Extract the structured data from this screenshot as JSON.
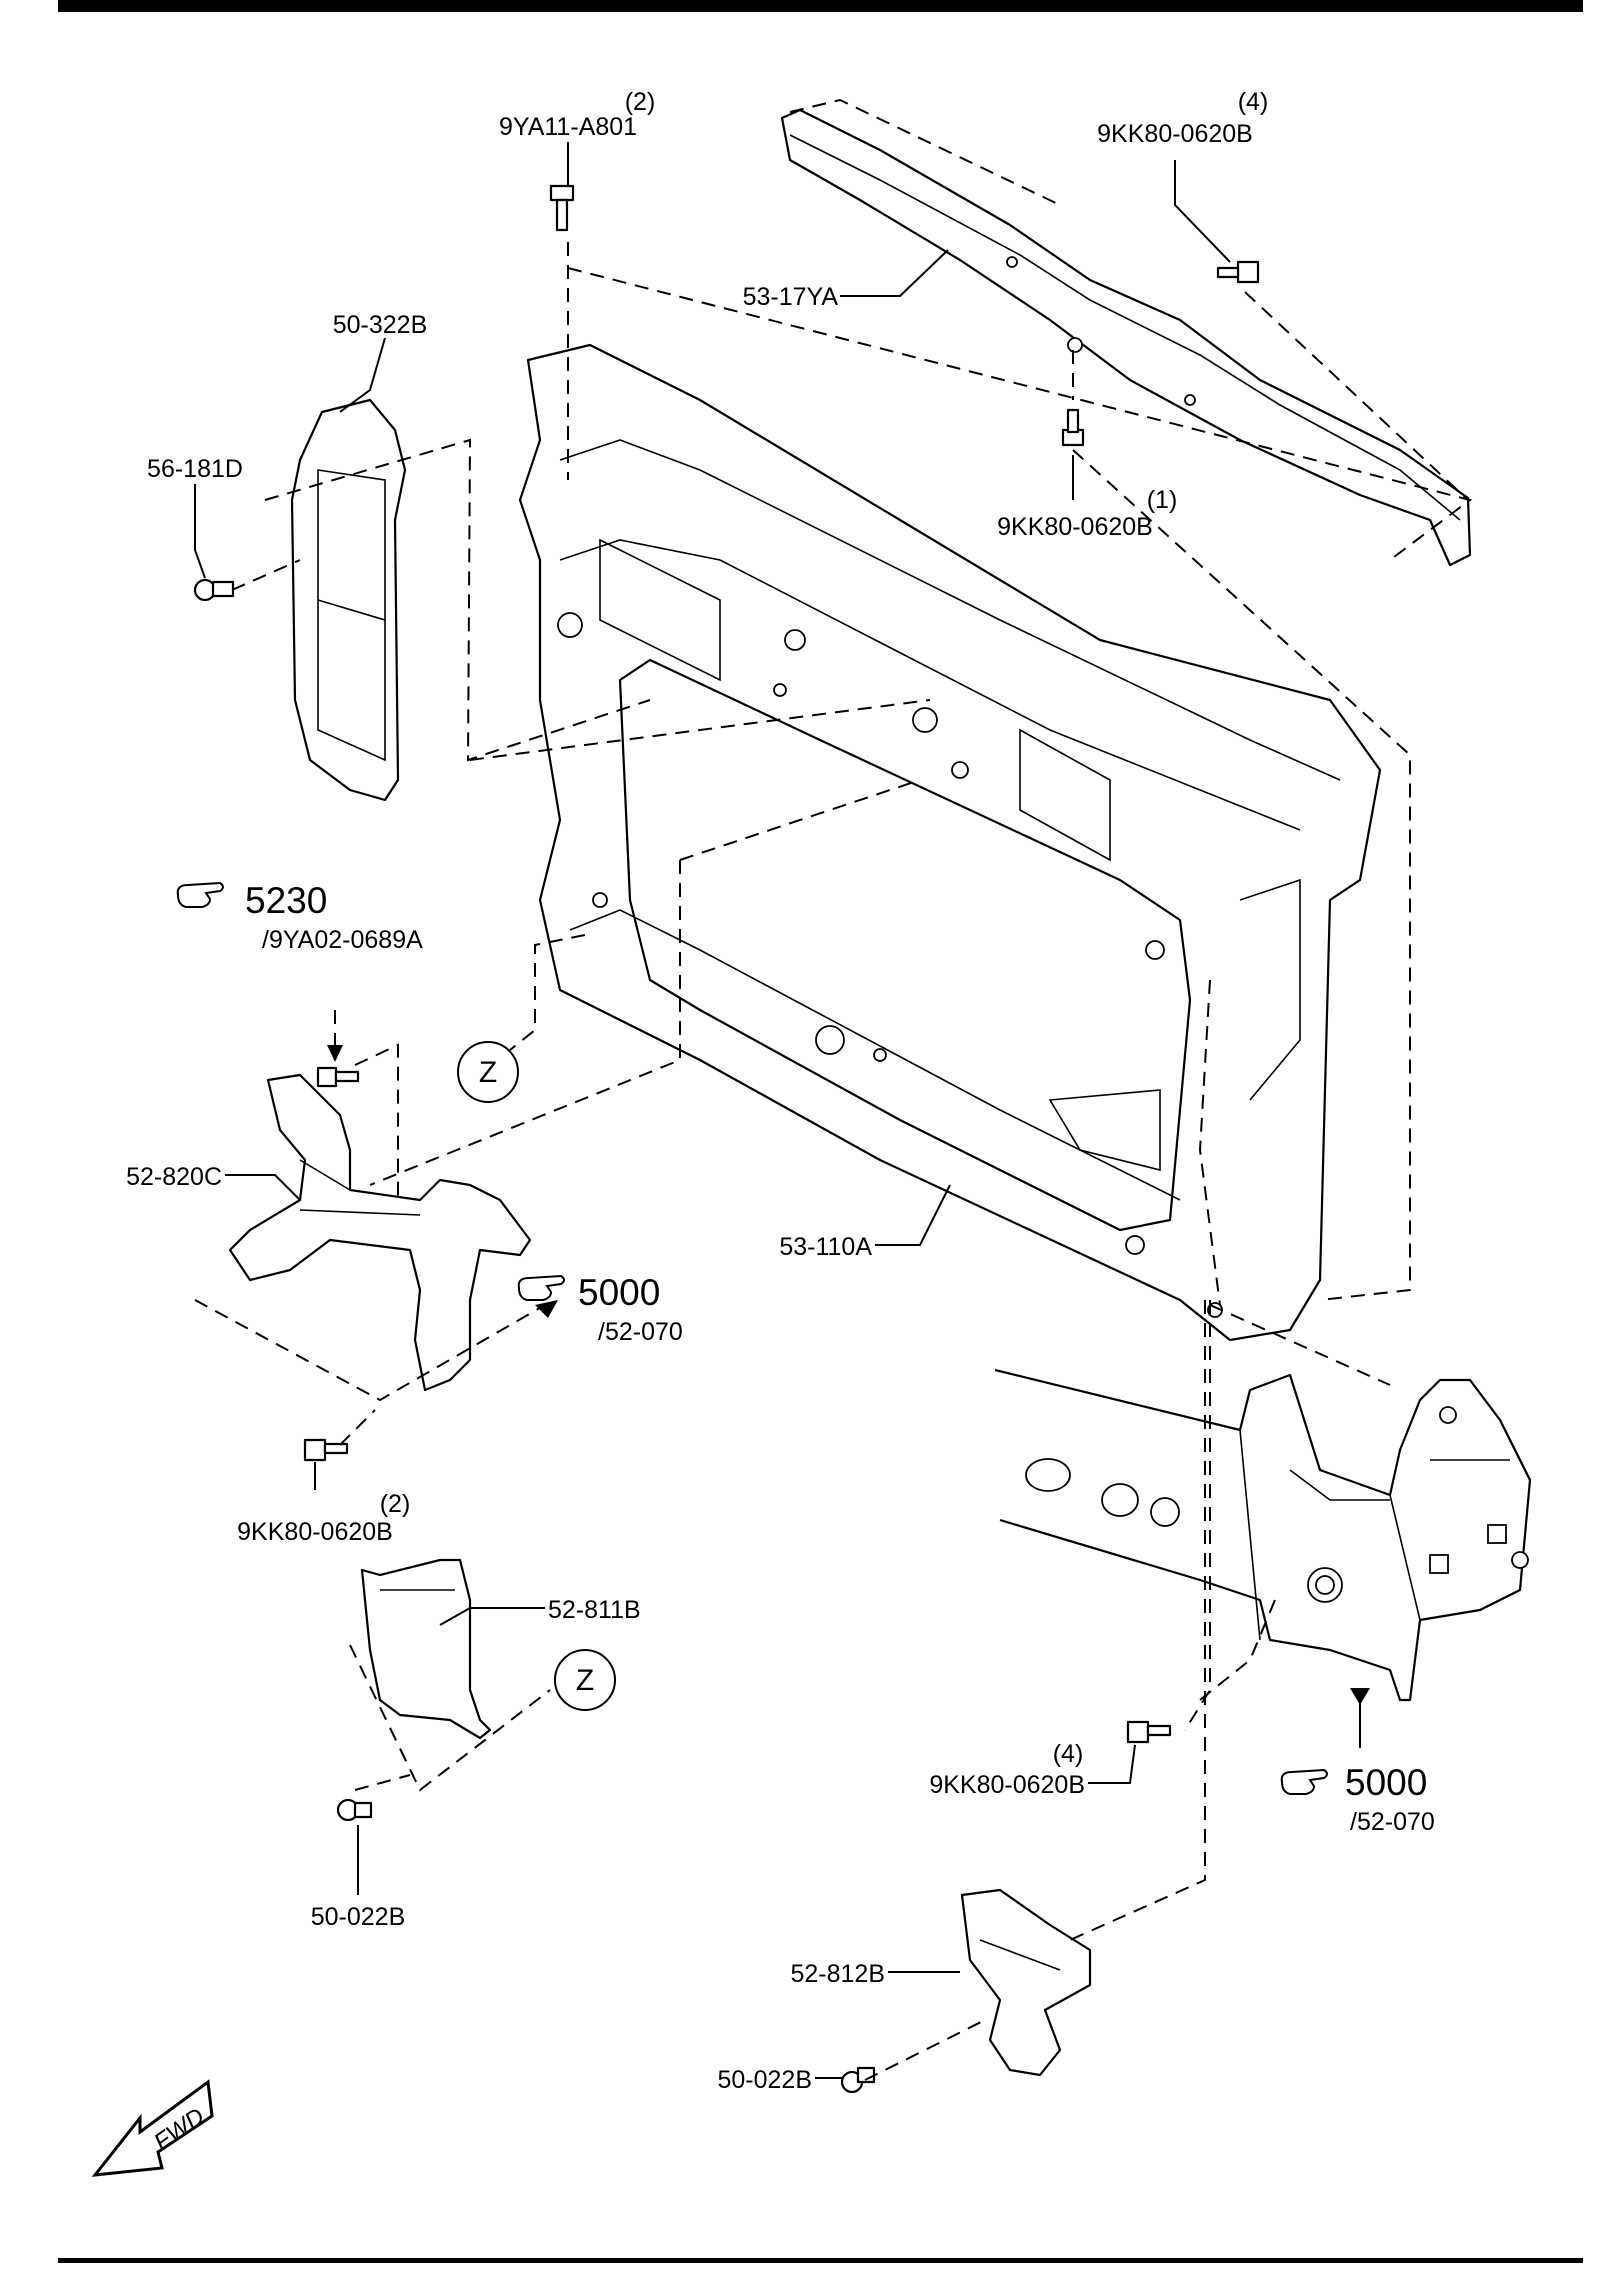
{
  "parts": {
    "qty_9ya11": "(2)",
    "p_9ya11": "9YA11-A801",
    "qty_9kk80_top": "(4)",
    "p_9kk80_top": "9KK80-0620B",
    "p_53_17ya": "53-17YA",
    "p_50_322b": "50-322B",
    "p_56_181d": "56-181D",
    "qty_9kk80_mid": "(1)",
    "p_9kk80_mid": "9KK80-0620B",
    "ref_5230": "5230",
    "ref_5230_sub": "/9YA02-0689A",
    "callout_z_upper": "Z",
    "p_52_820c": "52-820C",
    "ref_5000_left": "5000",
    "ref_5000_left_sub": "/52-070",
    "p_53_110a": "53-110A",
    "qty_9kk80_left": "(2)",
    "p_9kk80_left": "9KK80-0620B",
    "p_52_811b": "52-811B",
    "callout_z_lower": "Z",
    "qty_9kk80_right": "(4)",
    "p_9kk80_right": "9KK80-0620B",
    "ref_5000_right": "5000",
    "ref_5000_right_sub": "/52-070",
    "p_50_022b_left": "50-022B",
    "p_52_812b": "52-812B",
    "p_50_022b_right": "50-022B",
    "fwd": "FWD"
  },
  "icons": {
    "reference": "pointing-hand-icon",
    "direction": "fwd-arrow-icon"
  }
}
